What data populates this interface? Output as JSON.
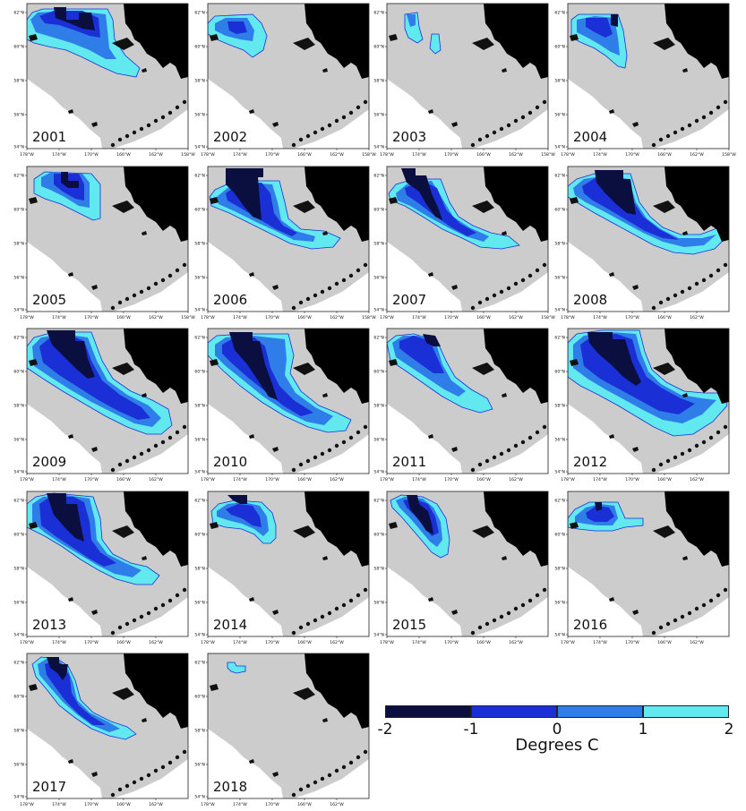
{
  "panels": [
    {
      "year": "2001",
      "lat_labels": [
        "62°N",
        "60°N",
        "58°N",
        "56°N",
        "54°N"
      ],
      "lon_labels": [
        "178°W",
        "174°W",
        "170°W",
        "166°W",
        "162°W",
        "158°W"
      ]
    },
    {
      "year": "2002",
      "lat_labels": [
        "62°N",
        "60°N",
        "58°N",
        "56°N",
        "54°N"
      ],
      "lon_labels": [
        "178°W",
        "174°W",
        "170°W",
        "166°W",
        "162°W",
        "158°W"
      ]
    },
    {
      "year": "2003",
      "lat_labels": [
        "62°N",
        "60°N",
        "58°N",
        "56°N",
        "54°N"
      ],
      "lon_labels": [
        "178°W",
        "174°W",
        "170°W",
        "166°W",
        "162°W",
        "158°W"
      ]
    },
    {
      "year": "2004",
      "lat_labels": [
        "62°N",
        "60°N",
        "58°N",
        "56°N",
        "54°N"
      ],
      "lon_labels": [
        "178°W",
        "174°W",
        "170°W",
        "166°W",
        "162°W",
        "158°W"
      ]
    },
    {
      "year": "2005",
      "lat_labels": [
        "62°N",
        "60°N",
        "58°N",
        "56°N",
        "54°N"
      ],
      "lon_labels": [
        "178°W",
        "174°W",
        "170°W",
        "166°W",
        "162°W",
        "158°W"
      ]
    },
    {
      "year": "2006",
      "lat_labels": [
        "62°N",
        "60°N",
        "58°N",
        "56°N",
        "54°N"
      ],
      "lon_labels": [
        "178°W",
        "174°W",
        "170°W",
        "166°W",
        "162°W",
        "158°W"
      ]
    },
    {
      "year": "2007",
      "lat_labels": [
        "62°N",
        "60°N",
        "58°N",
        "56°N",
        "54°N"
      ],
      "lon_labels": [
        "178°W",
        "174°W",
        "170°W",
        "166°W",
        "162°W",
        "158°W"
      ]
    },
    {
      "year": "2008",
      "lat_labels": [
        "62°N",
        "60°N",
        "58°N",
        "56°N",
        "54°N"
      ],
      "lon_labels": [
        "178°W",
        "174°W",
        "170°W",
        "166°W",
        "162°W"
      ]
    },
    {
      "year": "2009",
      "lat_labels": [
        "62°N",
        "60°N",
        "58°N",
        "56°N",
        "54°N"
      ],
      "lon_labels": [
        "178°W",
        "174°W",
        "170°W",
        "166°W",
        "162°W"
      ]
    },
    {
      "year": "2010",
      "lat_labels": [
        "62°N",
        "60°N",
        "58°N",
        "56°N",
        "54°N"
      ],
      "lon_labels": [
        "178°W",
        "174°W",
        "170°W",
        "166°W",
        "162°W"
      ]
    },
    {
      "year": "2011",
      "lat_labels": [
        "62°N",
        "60°N",
        "58°N",
        "56°N",
        "54°N"
      ],
      "lon_labels": [
        "178°W",
        "174°W",
        "170°W",
        "166°W",
        "162°W"
      ]
    },
    {
      "year": "2012",
      "lat_labels": [
        "62°N",
        "60°N",
        "58°N",
        "56°N",
        "54°N"
      ],
      "lon_labels": [
        "178°W",
        "174°W",
        "170°W",
        "166°W",
        "162°W"
      ]
    },
    {
      "year": "2013",
      "lat_labels": [
        "62°N",
        "60°N",
        "58°N",
        "56°N",
        "54°N"
      ],
      "lon_labels": [
        "178°W",
        "174°W",
        "170°W",
        "166°W",
        "162°W"
      ]
    },
    {
      "year": "2014",
      "lat_labels": [
        "62°N",
        "60°N",
        "58°N",
        "56°N",
        "54°N"
      ],
      "lon_labels": [
        "178°W",
        "174°W",
        "170°W",
        "166°W",
        "162°W"
      ]
    },
    {
      "year": "2015",
      "lat_labels": [
        "62°N",
        "60°N",
        "58°N",
        "56°N",
        "54°N"
      ],
      "lon_labels": [
        "178°W",
        "174°W",
        "170°W",
        "166°W",
        "162°W"
      ]
    },
    {
      "year": "2016",
      "lat_labels": [
        "62°N",
        "60°N",
        "58°N",
        "56°N",
        "54°N"
      ],
      "lon_labels": [
        "178°W",
        "174°W",
        "170°W",
        "166°W",
        "162°W"
      ]
    },
    {
      "year": "2017",
      "lat_labels": [
        "62°N",
        "60°N",
        "58°N",
        "56°N",
        "54°N"
      ],
      "lon_labels": [
        "178°W",
        "174°W",
        "170°W",
        "166°W",
        "162°W"
      ]
    },
    {
      "year": "2018",
      "lat_labels": [
        "62°N",
        "60°N",
        "58°N",
        "56°N",
        "54°N"
      ],
      "lon_labels": [
        "178°W",
        "174°W",
        "170°W",
        "166°W",
        "162°W"
      ]
    }
  ],
  "legend": {
    "title": "Degrees C",
    "ticks": [
      "-2",
      "-1",
      "0",
      "1",
      "2"
    ],
    "bins": [
      {
        "range": "-2 to -1",
        "color": "#0a0f40"
      },
      {
        "range": "-1 to 0",
        "color": "#1a2fd6"
      },
      {
        "range": "0 to 1",
        "color": "#2e7de8"
      },
      {
        "range": "1 to 2",
        "color": "#62e8ef"
      }
    ]
  },
  "colors": {
    "land_alaska": "#000000",
    "shelf": "#cccccc",
    "deep_water": "#ffffff",
    "cold_pool_outline": "#1a2fd6"
  }
}
